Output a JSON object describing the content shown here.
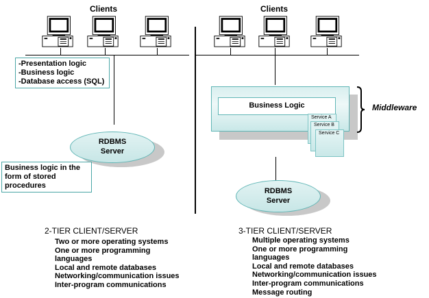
{
  "left": {
    "clients_label": "Clients",
    "client_count": 3,
    "client_tier_box": [
      "-Presentation logic",
      "-Business logic",
      "-Database access (SQL)"
    ],
    "server": {
      "line1": "RDBMS",
      "line2": "Server"
    },
    "stored_proc_box": [
      "Business logic in the",
      "form of stored",
      "procedures"
    ],
    "tier": {
      "title": "2-TIER CLIENT/SERVER",
      "items": [
        "Two or more operating systems",
        "One or more programming",
        "languages",
        "Local and remote databases",
        "Networking/communication issues",
        "Inter-program communications"
      ]
    }
  },
  "right": {
    "clients_label": "Clients",
    "client_count": 3,
    "business_logic": "Business Logic",
    "services": [
      "Service A",
      "Service B",
      "Service C"
    ],
    "middleware_label": "Middleware",
    "server": {
      "line1": "RDBMS",
      "line2": "Server"
    },
    "tier": {
      "title": "3-TIER CLIENT/SERVER",
      "items": [
        "Multiple operating systems",
        "One or more programming",
        "languages",
        "Local and remote databases",
        "Networking/communication issues",
        "Inter-program communications",
        "Message routing"
      ]
    }
  },
  "colors": {
    "teal_border": "#5fb5b5",
    "teal_fill": "#d8efef",
    "shadow": "#c8c8c8"
  }
}
